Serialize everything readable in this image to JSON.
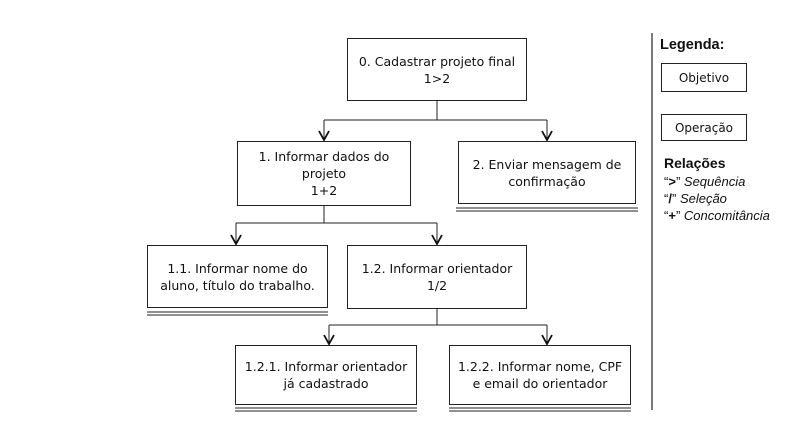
{
  "nodes": {
    "n0": {
      "lines": [
        "0. Cadastrar projeto final",
        "1>2"
      ]
    },
    "n1": {
      "lines": [
        "1. Informar dados do",
        "projeto",
        "1+2"
      ]
    },
    "n2": {
      "lines": [
        "2. Enviar mensagem de",
        "confirmação"
      ]
    },
    "n11": {
      "lines": [
        "1.1. Informar nome do",
        "aluno, título do trabalho."
      ]
    },
    "n12": {
      "lines": [
        "1.2. Informar orientador",
        "1/2"
      ]
    },
    "n121": {
      "lines": [
        "1.2.1. Informar orientador",
        "já cadastrado"
      ]
    },
    "n122": {
      "lines": [
        "1.2.2. Informar nome, CPF",
        "e email do orientador"
      ]
    }
  },
  "legend": {
    "title": "Legenda:",
    "objective": "Objetivo",
    "operation": "Operação",
    "relations_title": "Relações",
    "relations": [
      {
        "q1": "“",
        "sym": ">",
        "q2": "”",
        "text": "Sequência"
      },
      {
        "q1": "“",
        "sym": "/",
        "q2": "”",
        "text": "Seleção"
      },
      {
        "q1": "“",
        "sym": "+",
        "q2": "”",
        "text": "Concomitância"
      }
    ]
  }
}
